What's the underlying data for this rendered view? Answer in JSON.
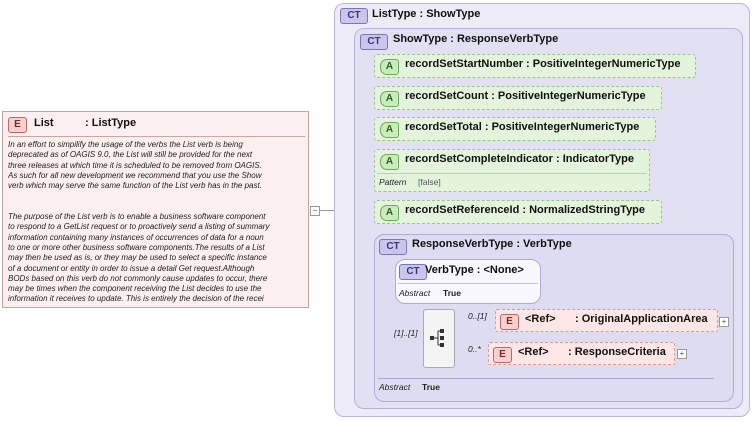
{
  "list_element": {
    "badge": "E",
    "name": "List",
    "type": ": ListType",
    "doc_lines": [
      "In an effort to simpilify the usage of the verbs the List verb is being",
      "deprecated as of OAGIS 9.0, the List will still be provided for the next",
      "three releases at which time it is scheduled to be removed from OAGIS.",
      "As such for all new development we recommend that you use the Show",
      "verb which may serve the same function of the List verb has in the past.",
      "",
      "",
      "The purpose of the List verb is to enable a business software component",
      "to respond to a GetList request or to proactively send a listing of summary",
      "information containing many instances of occurrences of data for a noun",
      "to one or more other business software components.The results of a List",
      "may then be used as is, or they may be used to select a specific instance",
      "of a document or entity in order to issue a detail Get request.Although",
      "BODs based on this verb do not commonly cause updates to occur, there",
      "may be times when the component receiving the List decides to use the",
      "information it receives to update.  This is entirely the decision of the recei"
    ]
  },
  "list_type": {
    "badge": "CT",
    "title": "ListType : ShowType"
  },
  "show_type": {
    "badge": "CT",
    "title": "ShowType : ResponseVerbType"
  },
  "attributes": [
    {
      "badge": "A",
      "label": "recordSetStartNumber : PositiveIntegerNumericType"
    },
    {
      "badge": "A",
      "label": "recordSetCount : PositiveIntegerNumericType"
    },
    {
      "badge": "A",
      "label": "recordSetTotal : PositiveIntegerNumericType"
    },
    {
      "badge": "A",
      "label": "recordSetCompleteIndicator : IndicatorType",
      "pattern_label": "Pattern",
      "pattern_value": "[false]"
    },
    {
      "badge": "A",
      "label": "recordSetReferenceId : NormalizedStringType"
    }
  ],
  "response_verb_type": {
    "badge": "CT",
    "title": "ResponseVerbType : VerbType",
    "abstract_label": "Abstract",
    "abstract_value": "True"
  },
  "verb_type": {
    "badge": "CT",
    "title": "VerbType : <None>",
    "abstract_label": "Abstract",
    "abstract_value": "True"
  },
  "sequence": {
    "cardinality": "[1]..[1]"
  },
  "refs": [
    {
      "badge": "E",
      "cardinality": "0..[1]",
      "ref": "<Ref>",
      "name": ": OriginalApplicationArea"
    },
    {
      "badge": "E",
      "cardinality": "0..*",
      "ref": "<Ref>",
      "name": ": ResponseCriteria"
    }
  ],
  "colors": {
    "complex_type_fill": "#ecebf7",
    "attribute_fill": "#e4f4dc",
    "element_fill": "#fde6e6"
  }
}
